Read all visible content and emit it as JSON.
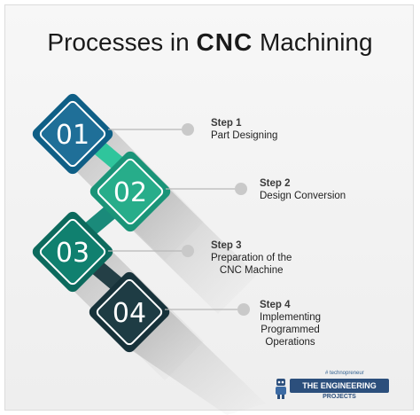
{
  "title": {
    "prefix": "Processes in ",
    "highlight": "CNC",
    "suffix": " Machining"
  },
  "steps": [
    {
      "number": "01",
      "label": "Step 1",
      "text": [
        "Part Designing"
      ],
      "color": "#136790"
    },
    {
      "number": "02",
      "label": "Step 2",
      "text": [
        "Design Conversion"
      ],
      "color": "#22a684"
    },
    {
      "number": "03",
      "label": "Step 3",
      "text": [
        "Preparation of the",
        "CNC Machine"
      ],
      "color": "#0f7567"
    },
    {
      "number": "04",
      "label": "Step 4",
      "text": [
        "Implementing",
        "Programmed",
        "Operations"
      ],
      "color": "#1e3b41"
    }
  ],
  "logo": {
    "tagline": "# technopreneur",
    "name": "THE ENGINEERING",
    "sub": "PROJECTS"
  }
}
